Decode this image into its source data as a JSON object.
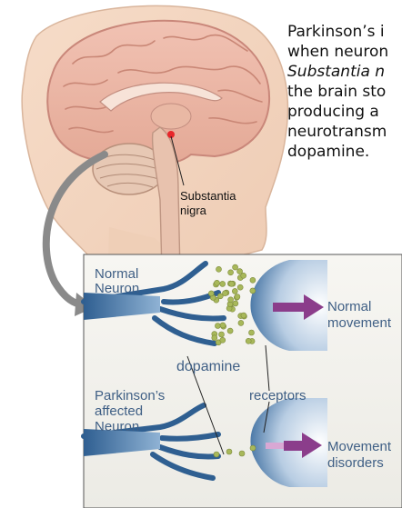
{
  "caption": {
    "lines": [
      "Parkinson’s i",
      "when neuron",
      "Substantia n",
      "the brain sto",
      "producing a",
      "neurotransm",
      "dopamine."
    ]
  },
  "brain": {
    "label_line1": "Substantia",
    "label_line2": "nigra",
    "marker_color": "#e8262a"
  },
  "synapse": {
    "normal_neuron_line1": "Normal",
    "normal_neuron_line2": "Neuron",
    "normal_movement_line1": "Normal",
    "normal_movement_line2": "movement",
    "dopamine_label": "dopamine",
    "receptors_label": "receptors",
    "affected_line1": "Parkinson’s",
    "affected_line2": "affected",
    "affected_line3": "Neuron",
    "disorder_line1": "Movement",
    "disorder_line2": "disorders",
    "arrow_color": "#8b3d8b",
    "neuron_color": "#3f6fa0",
    "dopamine_color": "#a8b85a"
  }
}
